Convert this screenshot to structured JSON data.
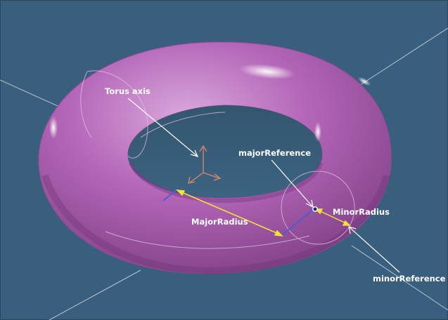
{
  "colors": {
    "background": "#3a5f7e",
    "torus": "#b466b8",
    "torus_dark": "#7e3f84",
    "torus_light": "#d9a8dc",
    "grid_line": "#c9d6e2",
    "dimension_arrow": "#f2e23a",
    "reference_line": "#4a5fcf",
    "axis_triad": "#c8826e",
    "label": "#ffffff"
  },
  "labels": {
    "torus_axis": "Torus axis",
    "major_reference": "majorReference",
    "minor_radius": "MinorRadius",
    "major_radius": "MajorRadius",
    "minor_reference": "minorReference"
  }
}
